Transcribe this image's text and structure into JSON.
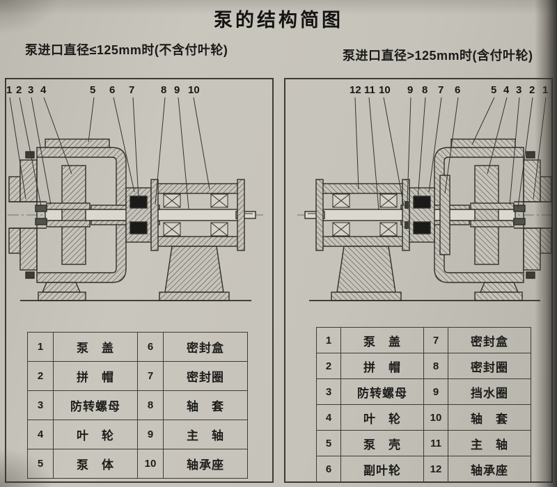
{
  "page": {
    "title": "泵的结构简图"
  },
  "left": {
    "heading": "泵进口直径≤125mm时(不含付叶轮)",
    "callouts": [
      "1",
      "2",
      "3",
      "4",
      "5",
      "6",
      "7",
      "8",
      "9",
      "10"
    ],
    "table": {
      "rows": [
        [
          "1",
          "泵　盖",
          "6",
          "密封盒"
        ],
        [
          "2",
          "拼　帽",
          "7",
          "密封圈"
        ],
        [
          "3",
          "防转螺母",
          "8",
          "轴　套"
        ],
        [
          "4",
          "叶　轮",
          "9",
          "主　轴"
        ],
        [
          "5",
          "泵　体",
          "10",
          "轴承座"
        ]
      ]
    }
  },
  "right": {
    "heading": "泵进口直径>125mm时(含付叶轮)",
    "callouts": [
      "12",
      "11",
      "10",
      "9",
      "8",
      "7",
      "6",
      "5",
      "4",
      "3",
      "2",
      "1"
    ],
    "table": {
      "rows": [
        [
          "1",
          "泵　盖",
          "7",
          "密封盒"
        ],
        [
          "2",
          "拼　帽",
          "8",
          "密封圈"
        ],
        [
          "3",
          "防转螺母",
          "9",
          "挡水圈"
        ],
        [
          "4",
          "叶　轮",
          "10",
          "轴　套"
        ],
        [
          "5",
          "泵　壳",
          "11",
          "主　轴"
        ],
        [
          "6",
          "副叶轮",
          "12",
          "轴承座"
        ]
      ]
    }
  }
}
